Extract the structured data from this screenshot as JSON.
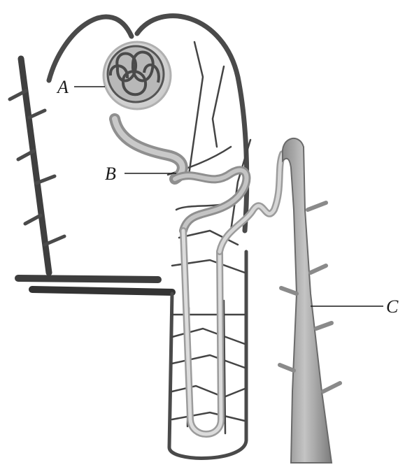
{
  "labels": {
    "a": "A",
    "b": "B",
    "c": "C"
  },
  "colors": {
    "vessel": "#4a4a4a",
    "vessel_highlight": "#7a7a7a",
    "tubule_light": "#bdbdbd",
    "tubule_mid": "#9a9a9a",
    "capsule_fill": "#d9d9d9",
    "collecting_duct": "#9c9c9c",
    "leader_line": "#1a1a1a"
  }
}
